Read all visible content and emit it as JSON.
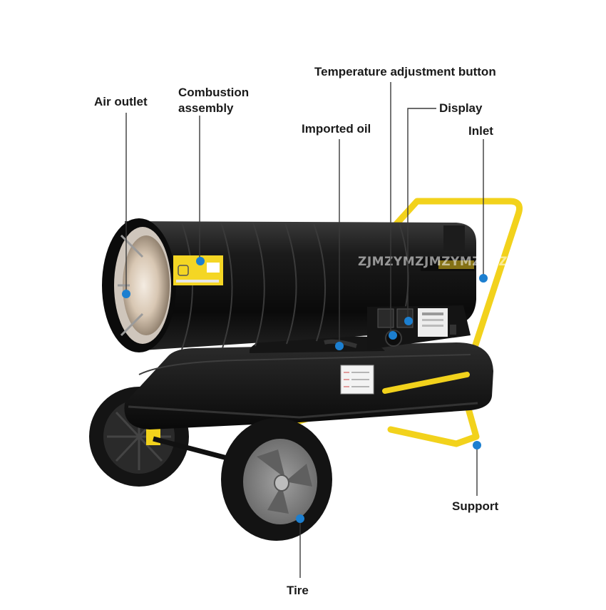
{
  "labels": {
    "air_outlet": "Air outlet",
    "combustion_1": "Combustion",
    "combustion_2": "assembly",
    "imported_oil": "Imported oil",
    "temperature_button": "Temperature adjustment button",
    "display": "Display",
    "inlet": "Inlet",
    "support": "Support",
    "tire": "Tire"
  },
  "watermark": "ZJMZYMZJMZYMZJMZYM",
  "colors": {
    "body": "#111111",
    "frame": "#f2d21c",
    "callout_dot": "#1c7fd0",
    "callout_line": "#333333",
    "wheel_hub": "#8a8a8a"
  }
}
